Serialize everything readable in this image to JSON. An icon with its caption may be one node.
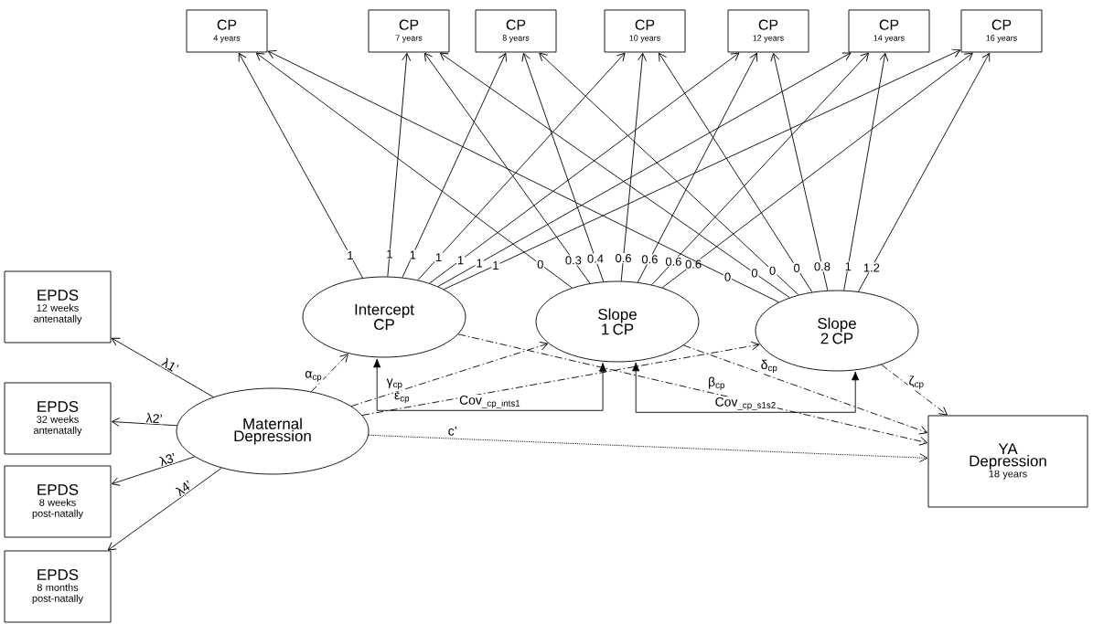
{
  "diagram": {
    "nodes": [
      {
        "text": [
          "CP",
          "4 years"
        ]
      },
      {
        "text": [
          "CP",
          "7 years"
        ]
      },
      {
        "text": [
          "CP",
          "8 years"
        ]
      },
      {
        "text": [
          "CP",
          "10 years"
        ]
      },
      {
        "text": [
          "CP",
          "12 years"
        ]
      },
      {
        "text": [
          "CP",
          "14 years"
        ]
      },
      {
        "text": [
          "CP",
          "16 years"
        ]
      },
      {
        "text": [
          "Intercept CP"
        ]
      },
      {
        "text": [
          "Slope 1 CP"
        ]
      },
      {
        "text": [
          "Slope 2 CP"
        ]
      },
      {
        "text": [
          "EPDS",
          "12 weeks antenatally"
        ]
      },
      {
        "text": [
          "EPDS",
          "32 weeks antenatally"
        ]
      },
      {
        "text": [
          "EPDS",
          "8 weeks post-natally"
        ]
      },
      {
        "text": [
          "EPDS",
          "8 months post-natally"
        ]
      },
      {
        "text": [
          "Maternal Depression"
        ]
      },
      {
        "text": [
          "YA Depression",
          "18 years"
        ]
      }
    ],
    "edges": [
      {
        "from": 7,
        "to": 0,
        "arrow": "to",
        "label": "1"
      },
      {
        "from": 7,
        "to": 1,
        "arrow": "to",
        "label": "1"
      },
      {
        "from": 7,
        "to": 2,
        "arrow": "to",
        "label": "1"
      },
      {
        "from": 7,
        "to": 3,
        "arrow": "to",
        "label": "1"
      },
      {
        "from": 7,
        "to": 4,
        "arrow": "to",
        "label": "1"
      },
      {
        "from": 7,
        "to": 5,
        "arrow": "to",
        "label": "1"
      },
      {
        "from": 7,
        "to": 6,
        "arrow": "to",
        "label": "1"
      },
      {
        "from": 8,
        "to": 0,
        "arrow": "to",
        "label": "0"
      },
      {
        "from": 8,
        "to": 1,
        "arrow": "to",
        "label": "0.3"
      },
      {
        "from": 8,
        "to": 2,
        "arrow": "to",
        "label": "0.4"
      },
      {
        "from": 8,
        "to": 3,
        "arrow": "to",
        "label": "0.6"
      },
      {
        "from": 8,
        "to": 4,
        "arrow": "to",
        "label": "0.6"
      },
      {
        "from": 8,
        "to": 5,
        "arrow": "to",
        "label": "0.6"
      },
      {
        "from": 8,
        "to": 6,
        "arrow": "to",
        "label": "0.6"
      },
      {
        "from": 9,
        "to": 0,
        "arrow": "to",
        "label": "0"
      },
      {
        "from": 9,
        "to": 1,
        "arrow": "to",
        "label": "0"
      },
      {
        "from": 9,
        "to": 2,
        "arrow": "to",
        "label": "0"
      },
      {
        "from": 9,
        "to": 3,
        "arrow": "to",
        "label": "0"
      },
      {
        "from": 9,
        "to": 4,
        "arrow": "to",
        "label": "0.8"
      },
      {
        "from": 9,
        "to": 5,
        "arrow": "to",
        "label": "1"
      },
      {
        "from": 9,
        "to": 6,
        "arrow": "to",
        "label": "1.2"
      },
      {
        "from": 14,
        "to": 10,
        "arrow": "to",
        "label": "λ1’"
      },
      {
        "from": 14,
        "to": 11,
        "arrow": "to",
        "label": "λ2’"
      },
      {
        "from": 14,
        "to": 12,
        "arrow": "to",
        "label": "λ3’"
      },
      {
        "from": 14,
        "to": 13,
        "arrow": "to",
        "label": "λ4’"
      },
      {
        "from": 14,
        "to": 7,
        "arrow": "to",
        "label": "α$_{cp}$",
        "style": "dashed"
      },
      {
        "from": 14,
        "to": 8,
        "arrow": "to",
        "label": "γ$_{cp}$",
        "style": "dashed"
      },
      {
        "from": 14,
        "to": 9,
        "arrow": "to",
        "label": "ε$_{cp}$",
        "style": "dashed"
      },
      {
        "from": 7,
        "to": 15,
        "arrow": "to",
        "label": "β$_{cp}$",
        "style": "dashed"
      },
      {
        "from": 8,
        "to": 15,
        "arrow": "to",
        "label": "δ$_{cp}$",
        "style": "dashed"
      },
      {
        "from": 9,
        "to": 15,
        "arrow": "to",
        "label": "ζ$_{cp}$",
        "style": "dashed"
      },
      {
        "from": 14,
        "to": 15,
        "arrow": "to",
        "label": "c’",
        "style": "dashed"
      },
      {
        "from": 7,
        "to": 8,
        "arrow": "both",
        "label": "Cov$_{_cp_ints1}$"
      },
      {
        "from": 8,
        "to": 9,
        "arrow": "both",
        "label": "Cov$_{_cp_s1s2}$"
      }
    ]
  }
}
